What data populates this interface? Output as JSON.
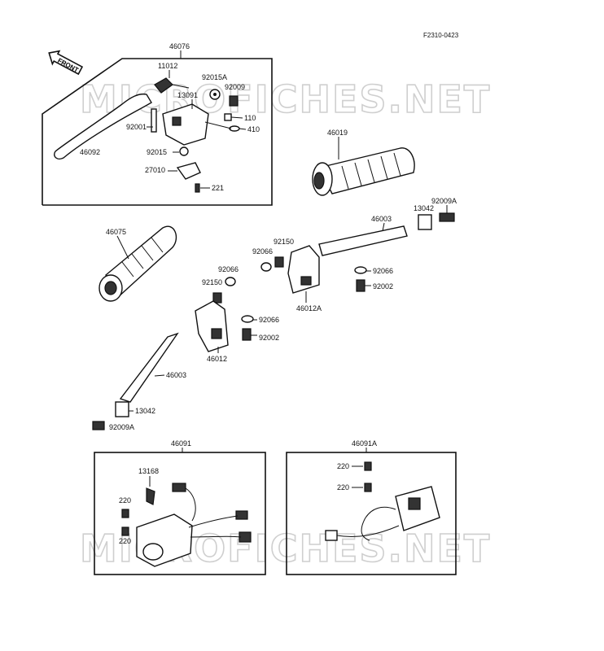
{
  "diagram": {
    "code": "F2310-0423",
    "front_label": "FRONT",
    "watermark_text": "MICROFICHES.NET",
    "groups": {
      "lever_assembly": {
        "number": "46076"
      },
      "switch_left": {
        "number": "46091"
      },
      "switch_right": {
        "number": "46091A"
      }
    },
    "labels": {
      "p11012": "11012",
      "p92015A": "92015A",
      "p13091": "13091",
      "p92009": "92009",
      "p110": "110",
      "p410": "410",
      "p92001": "92001",
      "p46092": "46092",
      "p92015": "92015",
      "p27010": "27010",
      "p221": "221",
      "p46019": "46019",
      "p46003_r": "46003",
      "p13042_r": "13042",
      "p92009A_r": "92009A",
      "p46075": "46075",
      "p92150_r": "92150",
      "p92066_r1": "92066",
      "p92066_r2": "92066",
      "p92002_r": "92002",
      "p46012A": "46012A",
      "p92066_l1": "92066",
      "p92150_l": "92150",
      "p92066_l2": "92066",
      "p92002_l": "92002",
      "p46012": "46012",
      "p46003_l": "46003",
      "p13042_l": "13042",
      "p92009A_l": "92009A",
      "p13168": "13168",
      "p220_a": "220",
      "p220_b": "220",
      "p220_c": "220",
      "p220_d": "220"
    }
  }
}
